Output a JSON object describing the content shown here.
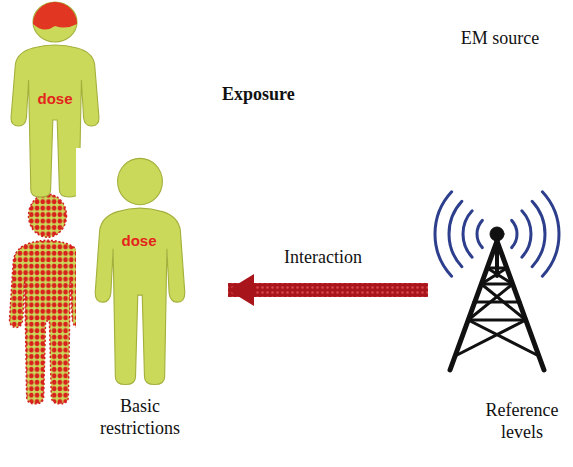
{
  "diagram": {
    "title": "Exposure",
    "nodes": [
      {
        "text": [
          "dose"
        ]
      },
      {
        "text": [
          "dose",
          "Basic restrictions"
        ]
      },
      {
        "text": [
          "EM source",
          "Reference levels"
        ]
      }
    ],
    "edges": [
      {
        "from": 2,
        "to": 1,
        "label": "Interaction",
        "arrow": "to"
      }
    ]
  }
}
